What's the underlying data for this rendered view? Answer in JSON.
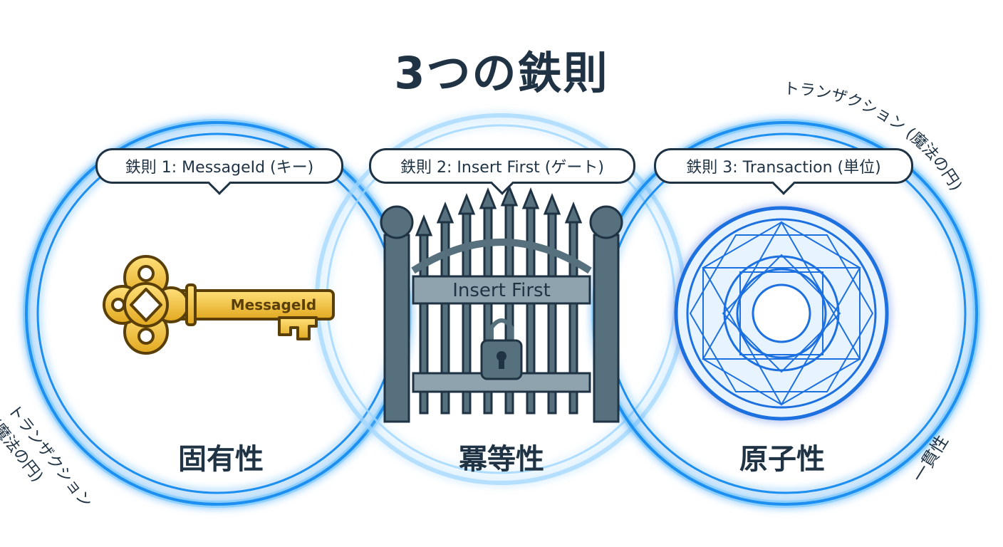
{
  "title": "3つの鉄則",
  "rules": [
    {
      "bubble": "鉄則 1: MessageId (キー)",
      "label": "固有性",
      "icon": "key-icon",
      "key_text": "MessageId"
    },
    {
      "bubble": "鉄則 2: Insert First (ゲート)",
      "label": "冪等性",
      "icon": "gate-icon",
      "gate_text": "Insert First"
    },
    {
      "bubble": "鉄則 3: Transaction (単位)",
      "label": "原子性",
      "icon": "magic-circle-icon"
    }
  ],
  "side_labels": {
    "left_line1": "トランザクション",
    "left_line2": "(魔法の円)",
    "right_arc": "トランザクション (魔法の円)",
    "right_bottom": "一貫性"
  },
  "colors": {
    "ring": "#1a8ff0",
    "ring_glow": "#6cc4ff",
    "ink": "#1f3344",
    "gold": "#f2c53d",
    "gate": "#56707d"
  }
}
